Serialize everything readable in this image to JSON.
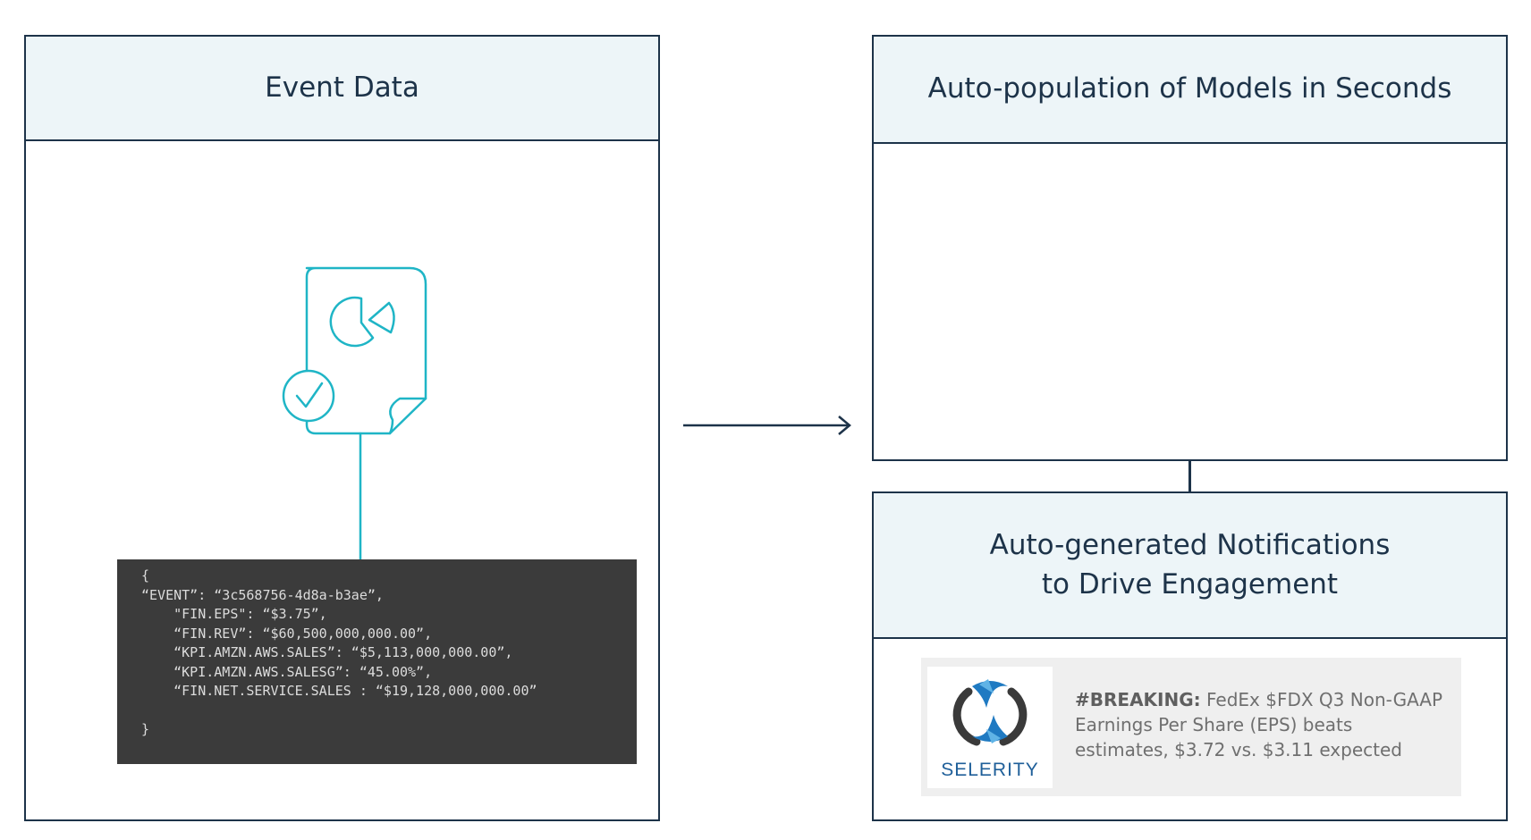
{
  "event_panel": {
    "title": "Event Data"
  },
  "models_panel": {
    "title": "Auto-population of Models in Seconds"
  },
  "notifications_panel": {
    "title": "Auto-generated Notifications\nto Drive Engagement"
  },
  "code_lines": [
    "{",
    "“EVENT”: “3c568756-4d8a-b3ae”,",
    "    \"FIN.EPS\": “$3.75”,",
    "    “FIN.REV”: “$60,500,000,000.00”,",
    "    “KPI.AMZN.AWS.SALES”: “$5,113,000,000.00”,",
    "    “KPI.AMZN.AWS.SALESG”: “45.00%”,",
    "    “FIN.NET.SERVICE.SALES : “$19,128,000,000.00”",
    "",
    "}"
  ],
  "notification": {
    "brand": "SELERITY",
    "tag": "#BREAKING:",
    "text": " FedEx $FDX Q3 Non-GAAP Earnings Per Share (EPS) beats estimates, $3.72 vs. $3.11 expected"
  },
  "colors": {
    "border": "#1d3349",
    "header_bg": "#edf5f8",
    "icon": "#1fb5c6",
    "code_bg": "#3b3b3b",
    "brand_blue": "#1f7ac2"
  },
  "icons": [
    "document-chart-icon",
    "checkmark-circle-icon",
    "arrow-right-icon",
    "selerity-logo-icon"
  ]
}
